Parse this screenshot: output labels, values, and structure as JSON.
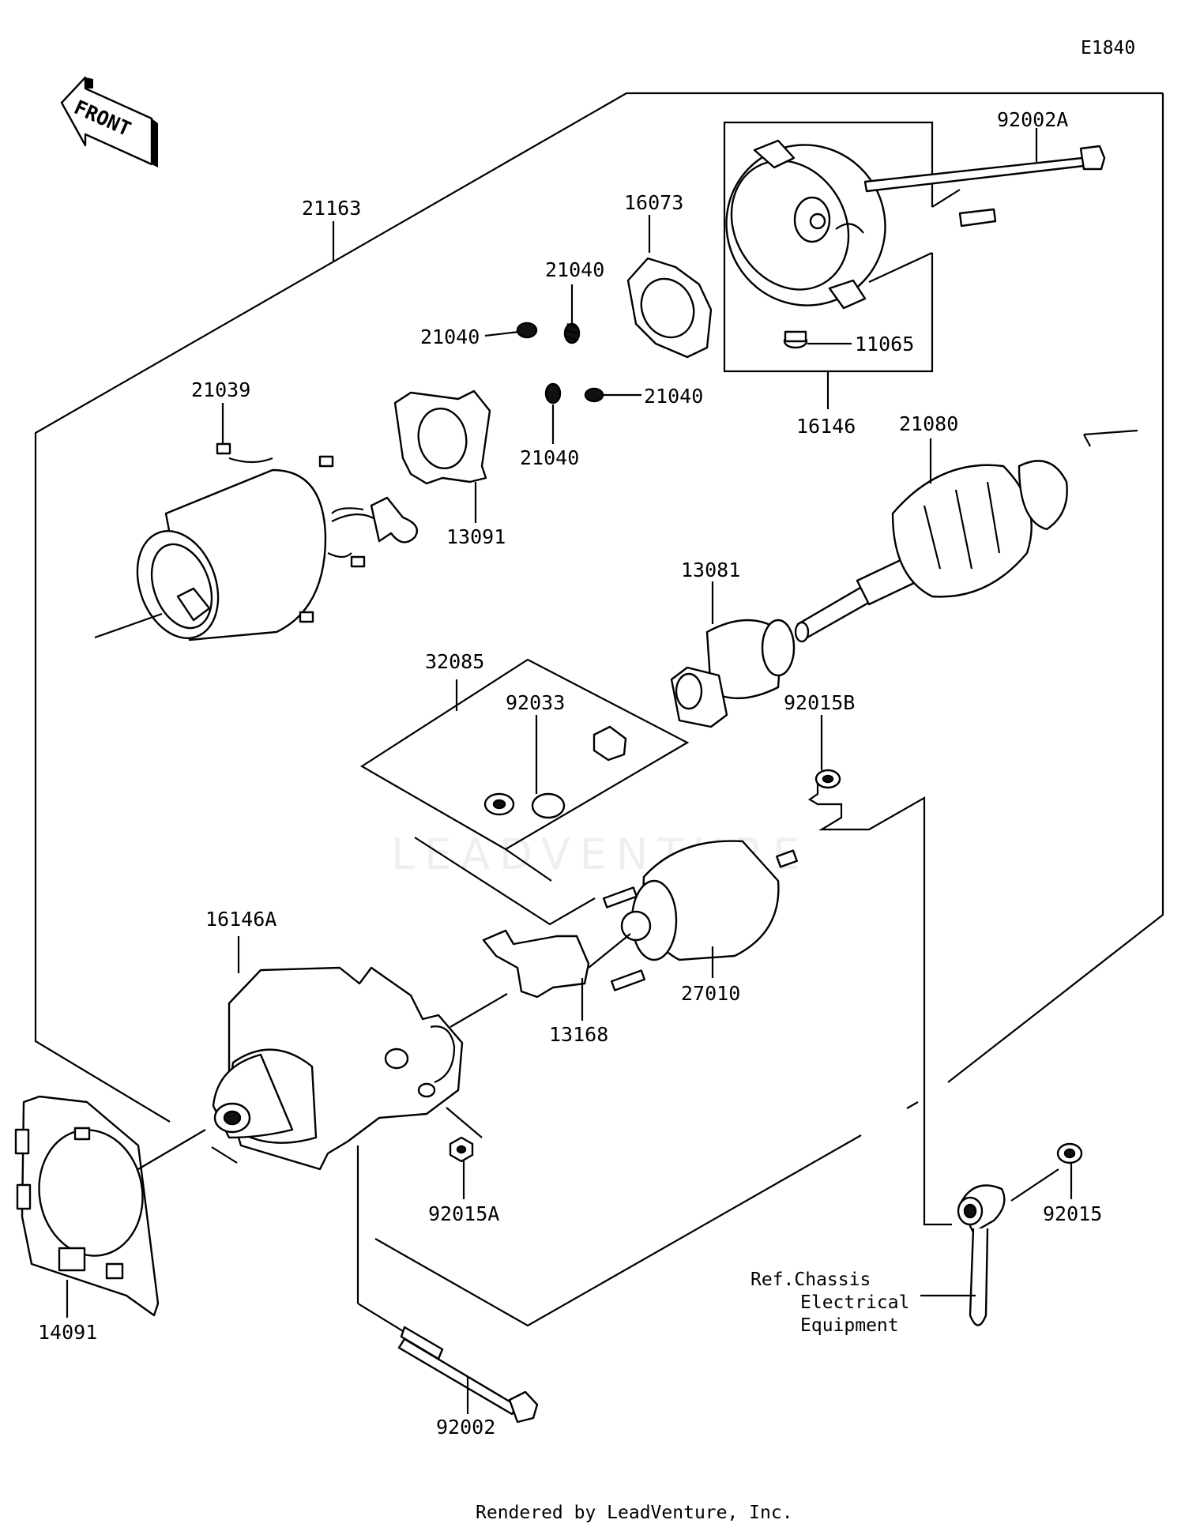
{
  "diagram_code": "E1840",
  "front_label": "FRONT",
  "watermark": "LEADVENTURE",
  "footer": "Rendered by LeadVenture, Inc.",
  "parts": {
    "p21163": "21163",
    "p16073": "16073",
    "p21040_top": "21040",
    "p21040_left": "21040",
    "p21040_right": "21040",
    "p21040_bottom": "21040",
    "p92002A": "92002A",
    "p11065": "11065",
    "p16146": "16146",
    "p21039": "21039",
    "p13091": "13091",
    "p21080": "21080",
    "p13081": "13081",
    "p32085": "32085",
    "p92033": "92033",
    "p92015B": "92015B",
    "p16146A": "16146A",
    "p13168": "13168",
    "p27010": "27010",
    "p92015A": "92015A",
    "p92015": "92015",
    "p14091": "14091",
    "p92002": "92002"
  },
  "reference": {
    "line1": "Ref.Chassis",
    "line2": "Electrical",
    "line3": "Equipment"
  }
}
